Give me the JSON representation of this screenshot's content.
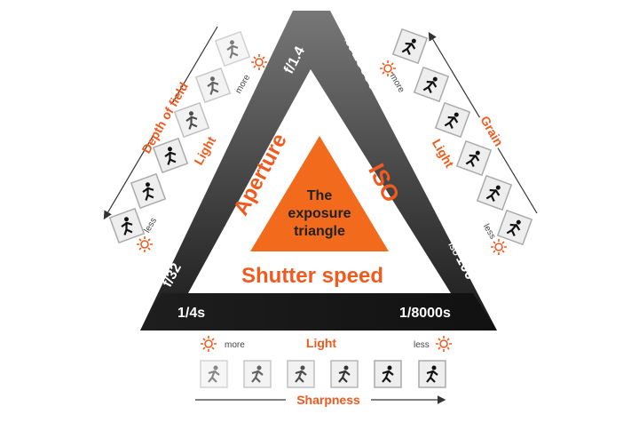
{
  "center": {
    "line1": "The",
    "line2": "exposure",
    "line3": "triangle"
  },
  "sides": {
    "aperture": "Aperture",
    "iso": "ISO",
    "shutter": "Shutter speed"
  },
  "corners": {
    "f_wide": "f/1.4",
    "f_narrow": "f/32",
    "iso_prefix": "ISO",
    "iso_high": "25600",
    "iso_low": "100",
    "shutter_slow": "1/4s",
    "shutter_fast": "1/8000s"
  },
  "aperture_scale": {
    "title": "Depth of field",
    "light": "Light",
    "more": "more",
    "less": "less"
  },
  "iso_scale": {
    "title": "Grain",
    "light": "Light",
    "more": "more",
    "less": "less"
  },
  "shutter_scale": {
    "title": "Sharpness",
    "light": "Light",
    "more": "more",
    "less": "less"
  },
  "colors": {
    "accent": "#f05a1e",
    "band": "#2a2a2a"
  }
}
